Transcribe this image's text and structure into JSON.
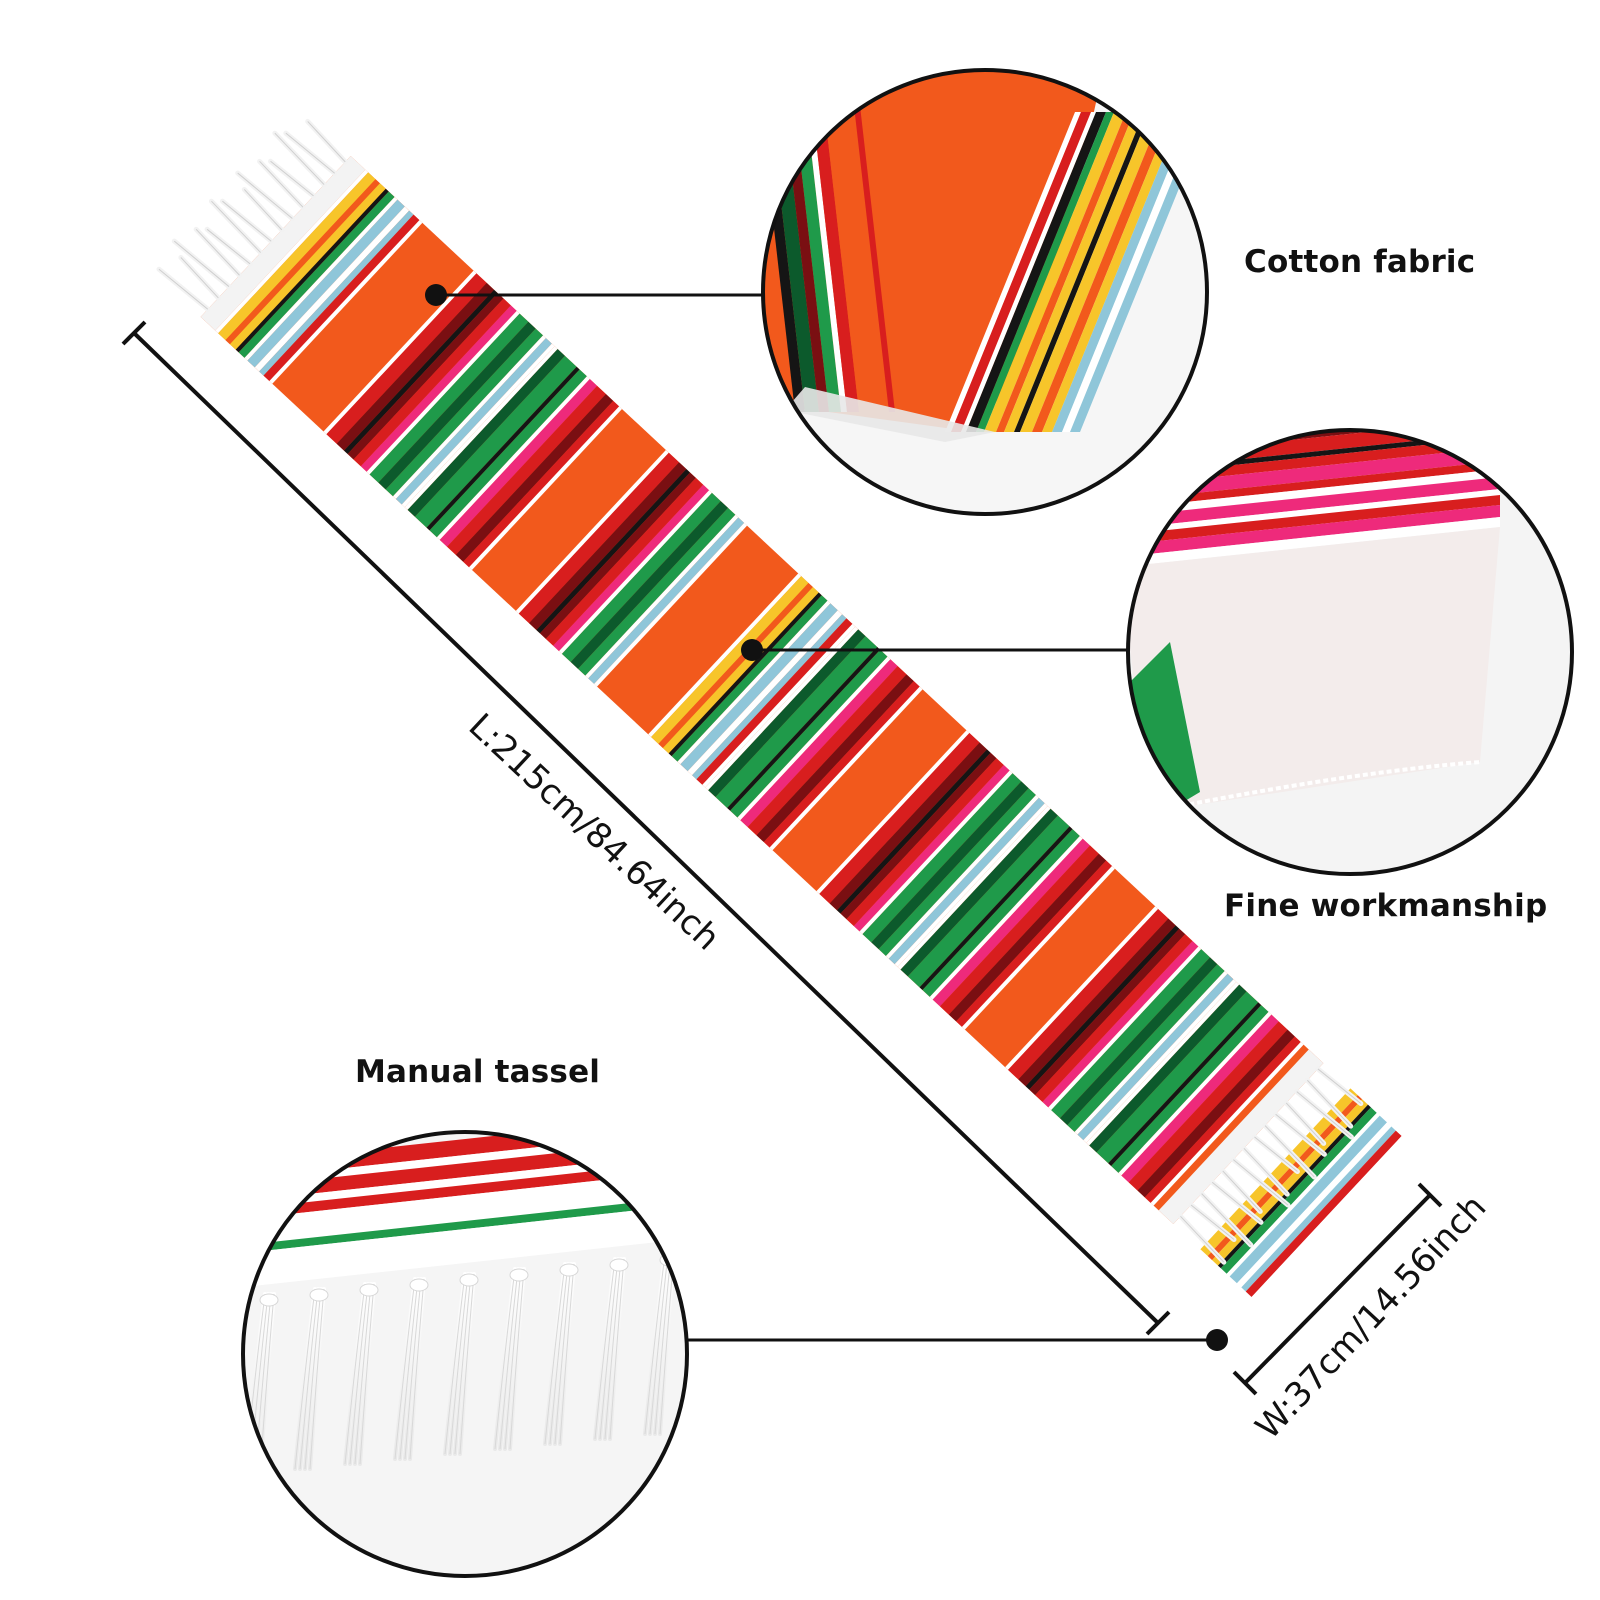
{
  "callouts": {
    "cotton_fabric": "Cotton fabric",
    "fine_workmanship": "Fine workmanship",
    "manual_tassel": "Manual tassel"
  },
  "dimensions": {
    "length": "L:215cm/84.64inch",
    "width": "W:37cm/14.56inch"
  },
  "colors": {
    "base_orange": "#f2591c",
    "red": "#d81e1e",
    "dark_red": "#7a0f12",
    "green": "#1f9a4a",
    "dark_green": "#0c5a2c",
    "pink": "#ee2a7b",
    "yellow": "#f7c52a",
    "light_blue": "#8fc6d9",
    "white": "#ffffff",
    "black": "#151515"
  }
}
